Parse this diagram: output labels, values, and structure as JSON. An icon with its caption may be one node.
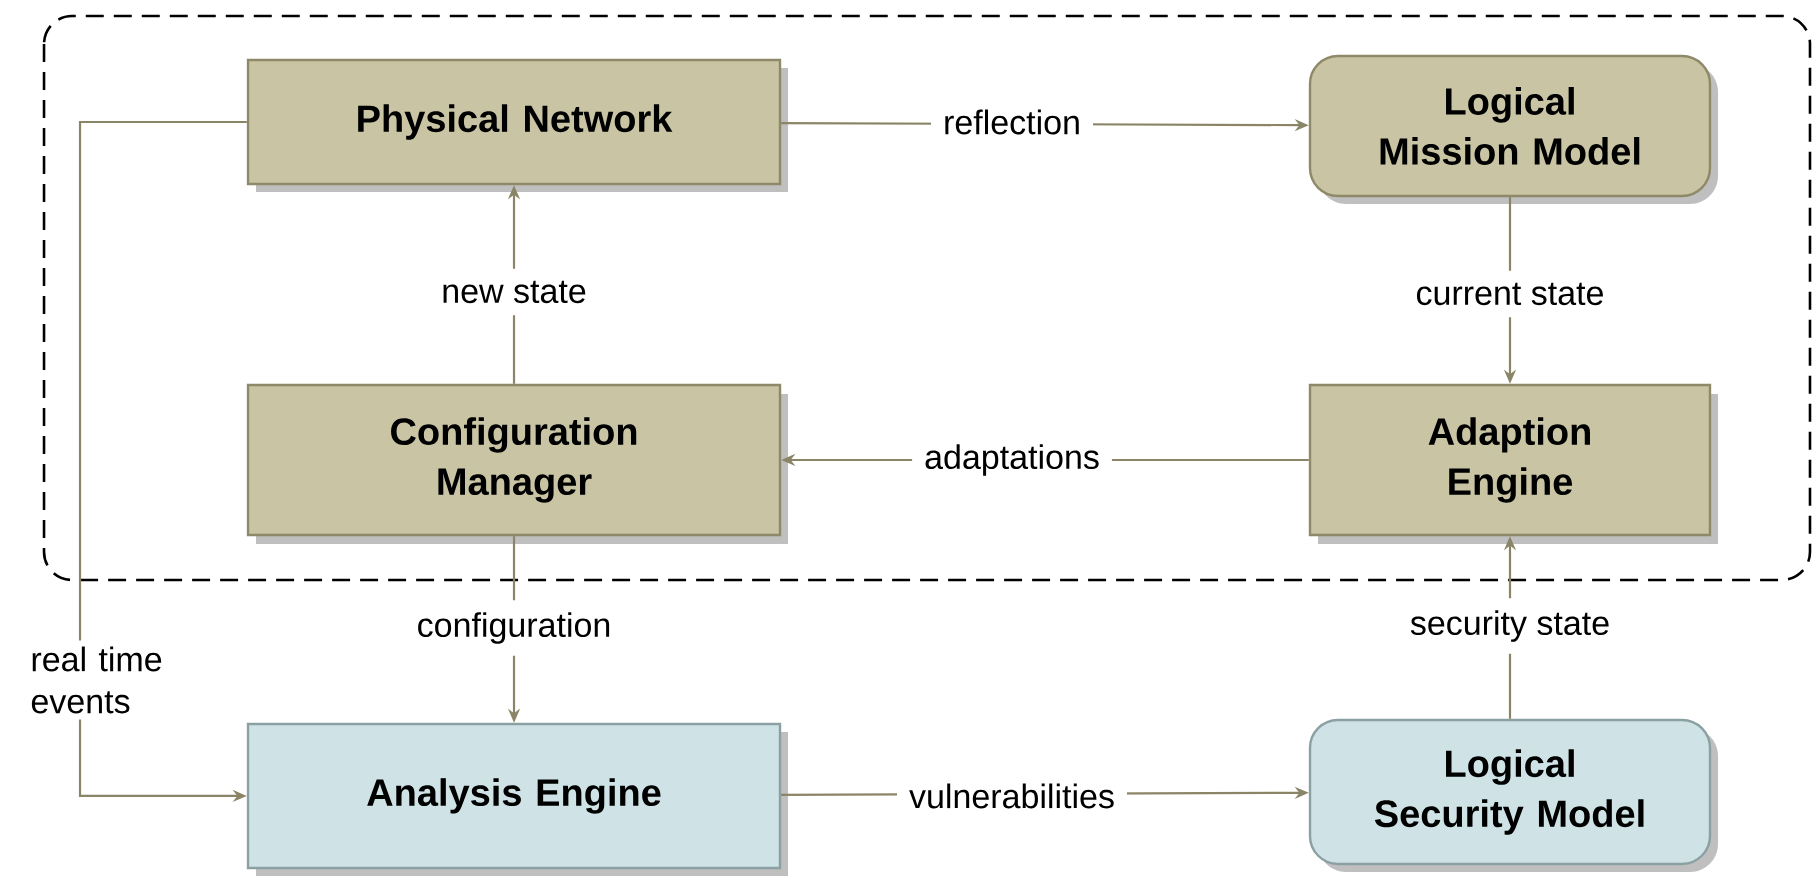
{
  "diagram": {
    "nodes": [
      {
        "text": [
          "Physical Network"
        ]
      },
      {
        "text": [
          "Logical Mission Model"
        ]
      },
      {
        "text": [
          "Configuration Manager"
        ]
      },
      {
        "text": [
          "Adaption Engine"
        ]
      },
      {
        "text": [
          "Analysis Engine"
        ]
      },
      {
        "text": [
          "Logical Security Model"
        ]
      }
    ],
    "edges": [
      {
        "from": 0,
        "to": 1,
        "arrow": "to",
        "label": "reflection"
      },
      {
        "from": 1,
        "to": 3,
        "arrow": "to",
        "label": "current state"
      },
      {
        "from": 3,
        "to": 2,
        "arrow": "to",
        "label": "adaptations"
      },
      {
        "from": 2,
        "to": 0,
        "arrow": "to",
        "label": "new state"
      },
      {
        "from": 2,
        "to": 4,
        "arrow": "to",
        "label": "configuration"
      },
      {
        "from": 0,
        "to": 4,
        "arrow": "to",
        "label": "real time events"
      },
      {
        "from": 4,
        "to": 5,
        "arrow": "to",
        "label": "vulnerabilities"
      },
      {
        "from": 5,
        "to": 3,
        "arrow": "to",
        "label": "security state"
      }
    ]
  }
}
